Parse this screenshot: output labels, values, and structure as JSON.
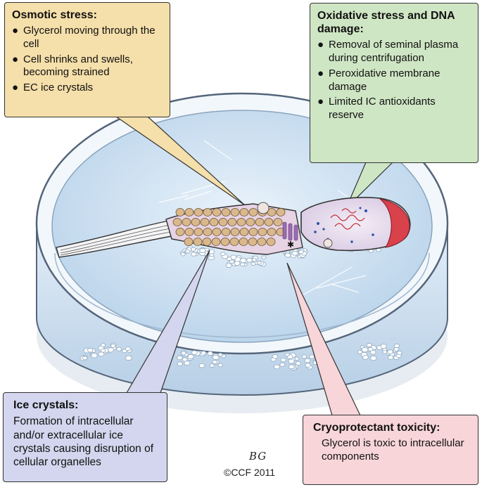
{
  "osmotic": {
    "title": "Osmotic stress:",
    "items": [
      "Glycerol moving through the cell",
      "Cell shrinks and swells, becoming strained",
      "EC ice crystals"
    ]
  },
  "oxidative": {
    "title": "Oxidative stress and DNA damage:",
    "items": [
      "Removal of seminal plasma during centrifugation",
      "Peroxidative membrane damage",
      "Limited IC antioxidants reserve"
    ]
  },
  "ice": {
    "title": "Ice crystals:",
    "text": "Formation of intracellular and/or extracellular ice crystals causing disruption of cellular organelles"
  },
  "cryo": {
    "title": "Cryoprotectant toxicity:",
    "text": "Glycerol is toxic to intracellular components"
  },
  "credit": {
    "signature": "BG",
    "copyright": "©CCF 2011"
  },
  "colors": {
    "osmotic": "#f5dfaa",
    "oxidative": "#cfe6c4",
    "ice": "#d3d6ee",
    "cryo": "#f7d5d9",
    "dish": "#c7ddf0"
  }
}
